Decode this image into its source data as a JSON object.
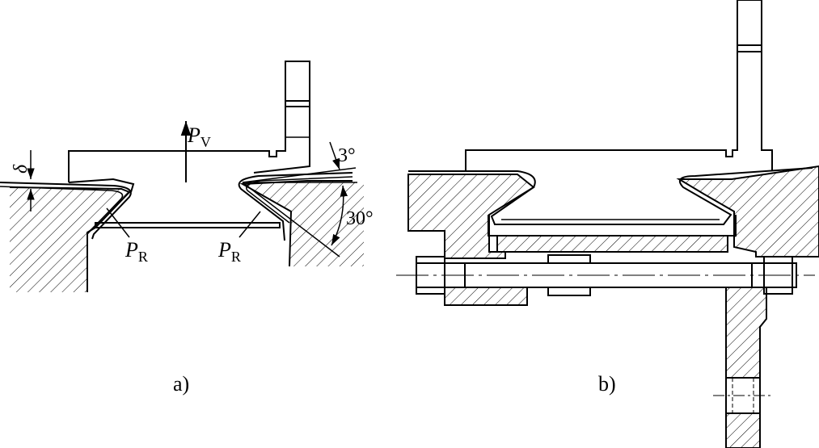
{
  "figure_a": {
    "caption": "a)",
    "force_vertical": {
      "symbol": "P",
      "subscript": "V"
    },
    "force_radial_left": {
      "symbol": "P",
      "subscript": "R"
    },
    "force_radial_right": {
      "symbol": "P",
      "subscript": "R"
    },
    "gap_symbol": "δ",
    "angle_small": "3°",
    "angle_large": "30°"
  },
  "figure_b": {
    "caption": "b)"
  },
  "colors": {
    "line": "#000000",
    "background": "#ffffff"
  }
}
